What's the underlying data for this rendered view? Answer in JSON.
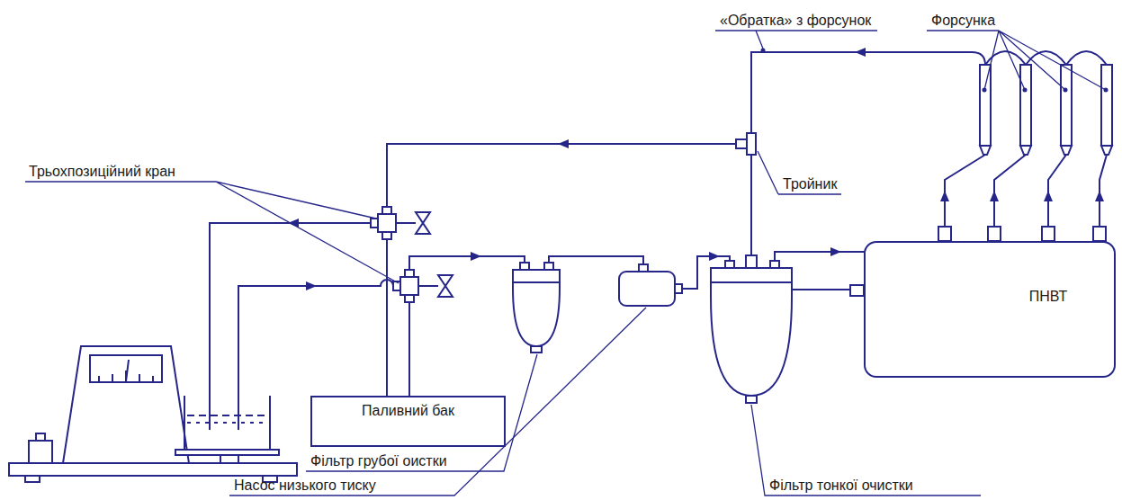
{
  "diagram": {
    "nodes": [
      {
        "text": [
          "Паливний бак"
        ]
      },
      {
        "text": [
          "ПНВТ"
        ]
      }
    ],
    "labels": [
      "«Обратка» з форсунок",
      "Форсунка",
      "Трьохпозиційний кран",
      "Тройник",
      "Фільтр грубої оистки",
      "Насос низького тиску",
      "Фільтр тонкої очистки"
    ]
  }
}
